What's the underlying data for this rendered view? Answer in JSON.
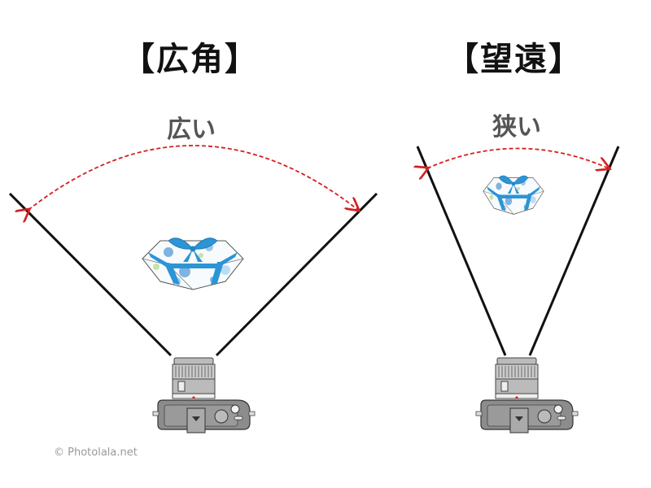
{
  "wide": {
    "title": "【広角】",
    "angle_label": "広い"
  },
  "tele": {
    "title": "【望遠】",
    "angle_label": "狭い"
  },
  "copyright": "© Photolala.net",
  "colors": {
    "arc": "#d42020",
    "ribbon": "#2b95d6",
    "camera": "#8c8c8c",
    "lines": "#111111"
  }
}
